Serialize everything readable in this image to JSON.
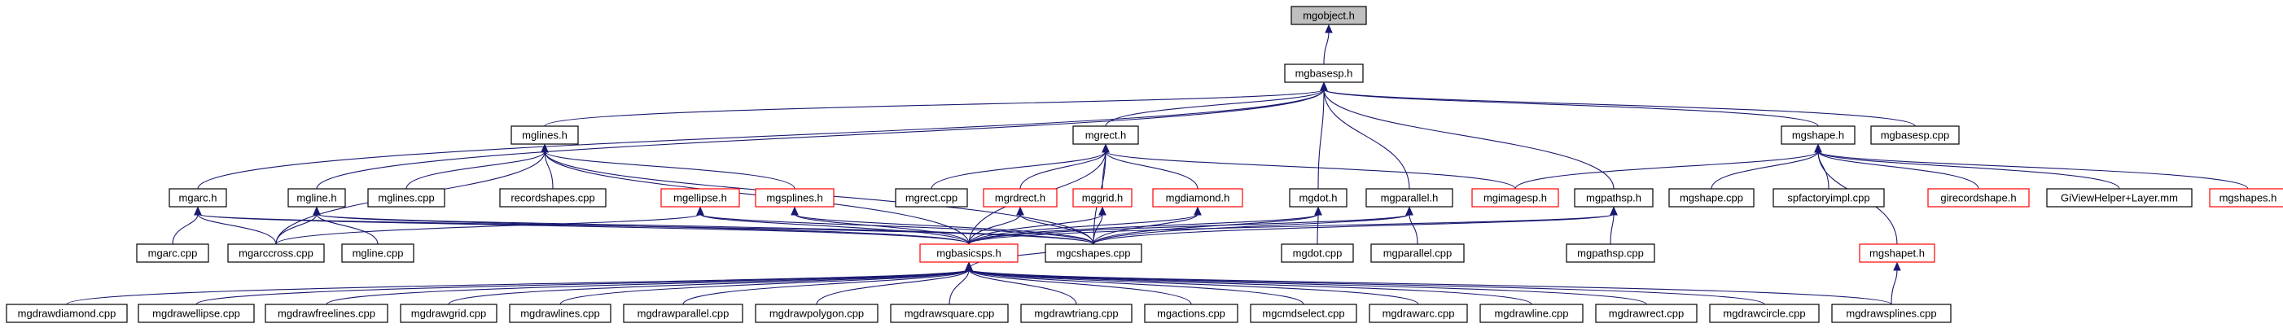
{
  "nodes": [
    {
      "id": "mgobject",
      "label": "mgobject.h",
      "style": "root"
    },
    {
      "id": "mgbasesp",
      "label": "mgbasesp.h",
      "style": "normal"
    },
    {
      "id": "mglines",
      "label": "mglines.h",
      "style": "normal"
    },
    {
      "id": "mgrect",
      "label": "mgrect.h",
      "style": "normal"
    },
    {
      "id": "mgshape",
      "label": "mgshape.h",
      "style": "normal"
    },
    {
      "id": "mgbasesp_cpp",
      "label": "mgbasesp.cpp",
      "style": "normal"
    },
    {
      "id": "mgarc",
      "label": "mgarc.h",
      "style": "normal"
    },
    {
      "id": "mgline",
      "label": "mgline.h",
      "style": "normal"
    },
    {
      "id": "mglines_cpp",
      "label": "mglines.cpp",
      "style": "normal"
    },
    {
      "id": "recordshapes_cpp",
      "label": "recordshapes.cpp",
      "style": "normal"
    },
    {
      "id": "mgellipse",
      "label": "mgellipse.h",
      "style": "red"
    },
    {
      "id": "mgsplines",
      "label": "mgsplines.h",
      "style": "red"
    },
    {
      "id": "mgrect_cpp",
      "label": "mgrect.cpp",
      "style": "normal"
    },
    {
      "id": "mgrdrect",
      "label": "mgrdrect.h",
      "style": "red"
    },
    {
      "id": "mggrid",
      "label": "mggrid.h",
      "style": "red"
    },
    {
      "id": "mgdiamond",
      "label": "mgdiamond.h",
      "style": "red"
    },
    {
      "id": "mgdot",
      "label": "mgdot.h",
      "style": "normal"
    },
    {
      "id": "mgparallel",
      "label": "mgparallel.h",
      "style": "normal"
    },
    {
      "id": "mgimagesp",
      "label": "mgimagesp.h",
      "style": "red"
    },
    {
      "id": "mgpathsp",
      "label": "mgpathsp.h",
      "style": "normal"
    },
    {
      "id": "mgshape_cpp",
      "label": "mgshape.cpp",
      "style": "normal"
    },
    {
      "id": "spfactoryimpl_cpp",
      "label": "spfactoryimpl.cpp",
      "style": "normal"
    },
    {
      "id": "girecordshape",
      "label": "girecordshape.h",
      "style": "red"
    },
    {
      "id": "giviewhelper_mm",
      "label": "GiViewHelper+Layer.mm",
      "style": "normal"
    },
    {
      "id": "mgshapes",
      "label": "mgshapes.h",
      "style": "red"
    },
    {
      "id": "mgarc_cpp",
      "label": "mgarc.cpp",
      "style": "normal"
    },
    {
      "id": "mgarccross_cpp",
      "label": "mgarccross.cpp",
      "style": "normal"
    },
    {
      "id": "mgline_cpp",
      "label": "mgline.cpp",
      "style": "normal"
    },
    {
      "id": "mgbasicsps",
      "label": "mgbasicsps.h",
      "style": "red"
    },
    {
      "id": "mgcshapes_cpp",
      "label": "mgcshapes.cpp",
      "style": "normal"
    },
    {
      "id": "mgdot_cpp",
      "label": "mgdot.cpp",
      "style": "normal"
    },
    {
      "id": "mgparallel_cpp",
      "label": "mgparallel.cpp",
      "style": "normal"
    },
    {
      "id": "mgpathsp_cpp",
      "label": "mgpathsp.cpp",
      "style": "normal"
    },
    {
      "id": "mgshapet",
      "label": "mgshapet.h",
      "style": "red"
    },
    {
      "id": "mgdrawdiamond_cpp",
      "label": "mgdrawdiamond.cpp",
      "style": "normal"
    },
    {
      "id": "mgdrawellipse_cpp",
      "label": "mgdrawellipse.cpp",
      "style": "normal"
    },
    {
      "id": "mgdrawfreelines_cpp",
      "label": "mgdrawfreelines.cpp",
      "style": "normal"
    },
    {
      "id": "mgdrawgrid_cpp",
      "label": "mgdrawgrid.cpp",
      "style": "normal"
    },
    {
      "id": "mgdrawlines_cpp",
      "label": "mgdrawlines.cpp",
      "style": "normal"
    },
    {
      "id": "mgdrawparallel_cpp",
      "label": "mgdrawparallel.cpp",
      "style": "normal"
    },
    {
      "id": "mgdrawpolygon_cpp",
      "label": "mgdrawpolygon.cpp",
      "style": "normal"
    },
    {
      "id": "mgdrawsquare_cpp",
      "label": "mgdrawsquare.cpp",
      "style": "normal"
    },
    {
      "id": "mgdrawtriang_cpp",
      "label": "mgdrawtriang.cpp",
      "style": "normal"
    },
    {
      "id": "mgactions_cpp",
      "label": "mgactions.cpp",
      "style": "normal"
    },
    {
      "id": "mgcmdselect_cpp",
      "label": "mgcmdselect.cpp",
      "style": "normal"
    },
    {
      "id": "mgdrawarc_cpp",
      "label": "mgdrawarc.cpp",
      "style": "normal"
    },
    {
      "id": "mgdrawline_cpp",
      "label": "mgdrawline.cpp",
      "style": "normal"
    },
    {
      "id": "mgdrawrect_cpp",
      "label": "mgdrawrect.cpp",
      "style": "normal"
    },
    {
      "id": "mgdrawcircle_cpp",
      "label": "mgdrawcircle.cpp",
      "style": "normal"
    },
    {
      "id": "mgdrawsplines_cpp",
      "label": "mgdrawsplines.cpp",
      "style": "normal"
    }
  ],
  "edges": [
    [
      "mgobject",
      "mgbasesp"
    ],
    [
      "mgbasesp",
      "mglines"
    ],
    [
      "mgbasesp",
      "mgrect"
    ],
    [
      "mgbasesp",
      "mgshape"
    ],
    [
      "mgbasesp",
      "mgbasesp_cpp"
    ],
    [
      "mgbasesp",
      "mgarc"
    ],
    [
      "mgbasesp",
      "mgline"
    ],
    [
      "mgbasesp",
      "mgdot"
    ],
    [
      "mgbasesp",
      "mgparallel"
    ],
    [
      "mgbasesp",
      "mgpathsp"
    ],
    [
      "mglines",
      "mglines_cpp"
    ],
    [
      "mglines",
      "recordshapes_cpp"
    ],
    [
      "mglines",
      "mgsplines"
    ],
    [
      "mglines",
      "mgarccross_cpp"
    ],
    [
      "mglines",
      "mgbasicsps"
    ],
    [
      "mglines",
      "mgcshapes_cpp"
    ],
    [
      "mgrect",
      "mgrect_cpp"
    ],
    [
      "mgrect",
      "mgrdrect"
    ],
    [
      "mgrect",
      "mggrid"
    ],
    [
      "mgrect",
      "mgdiamond"
    ],
    [
      "mgrect",
      "mgimagesp"
    ],
    [
      "mgrect",
      "mgbasicsps"
    ],
    [
      "mgrect",
      "mgcshapes_cpp"
    ],
    [
      "mgshape",
      "mgshape_cpp"
    ],
    [
      "mgshape",
      "spfactoryimpl_cpp"
    ],
    [
      "mgshape",
      "girecordshape"
    ],
    [
      "mgshape",
      "giviewhelper_mm"
    ],
    [
      "mgshape",
      "mgshapes"
    ],
    [
      "mgshape",
      "mgimagesp"
    ],
    [
      "mgshape",
      "mgshapet"
    ],
    [
      "mgarc",
      "mgarc_cpp"
    ],
    [
      "mgarc",
      "mgarccross_cpp"
    ],
    [
      "mgarc",
      "mgbasicsps"
    ],
    [
      "mgarc",
      "mgcshapes_cpp"
    ],
    [
      "mgline",
      "mgline_cpp"
    ],
    [
      "mgline",
      "mgarccross_cpp"
    ],
    [
      "mgline",
      "mgbasicsps"
    ],
    [
      "mgline",
      "mgcshapes_cpp"
    ],
    [
      "mgellipse",
      "mgbasicsps"
    ],
    [
      "mgellipse",
      "mgcshapes_cpp"
    ],
    [
      "mgellipse",
      "mgarccross_cpp"
    ],
    [
      "mgsplines",
      "mgbasicsps"
    ],
    [
      "mgsplines",
      "mgcshapes_cpp"
    ],
    [
      "mgrdrect",
      "mgbasicsps"
    ],
    [
      "mgrdrect",
      "mgcshapes_cpp"
    ],
    [
      "mggrid",
      "mgbasicsps"
    ],
    [
      "mggrid",
      "mgcshapes_cpp"
    ],
    [
      "mgdiamond",
      "mgbasicsps"
    ],
    [
      "mgdiamond",
      "mgcshapes_cpp"
    ],
    [
      "mgdot",
      "mgdot_cpp"
    ],
    [
      "mgdot",
      "mgbasicsps"
    ],
    [
      "mgdot",
      "mgcshapes_cpp"
    ],
    [
      "mgparallel",
      "mgparallel_cpp"
    ],
    [
      "mgparallel",
      "mgbasicsps"
    ],
    [
      "mgparallel",
      "mgcshapes_cpp"
    ],
    [
      "mgpathsp",
      "mgpathsp_cpp"
    ],
    [
      "mgpathsp",
      "mgbasicsps"
    ],
    [
      "mgpathsp",
      "mgcshapes_cpp"
    ],
    [
      "mgbasicsps",
      "mgdrawdiamond_cpp"
    ],
    [
      "mgbasicsps",
      "mgdrawellipse_cpp"
    ],
    [
      "mgbasicsps",
      "mgdrawfreelines_cpp"
    ],
    [
      "mgbasicsps",
      "mgdrawgrid_cpp"
    ],
    [
      "mgbasicsps",
      "mgdrawlines_cpp"
    ],
    [
      "mgbasicsps",
      "mgdrawparallel_cpp"
    ],
    [
      "mgbasicsps",
      "mgdrawpolygon_cpp"
    ],
    [
      "mgbasicsps",
      "mgdrawsquare_cpp"
    ],
    [
      "mgbasicsps",
      "mgdrawtriang_cpp"
    ],
    [
      "mgbasicsps",
      "mgactions_cpp"
    ],
    [
      "mgbasicsps",
      "mgcmdselect_cpp"
    ],
    [
      "mgbasicsps",
      "mgdrawarc_cpp"
    ],
    [
      "mgbasicsps",
      "mgdrawline_cpp"
    ],
    [
      "mgbasicsps",
      "mgdrawrect_cpp"
    ],
    [
      "mgbasicsps",
      "mgdrawcircle_cpp"
    ],
    [
      "mgbasicsps",
      "mgdrawsplines_cpp"
    ],
    [
      "mgbasicsps",
      "mgcshapes_cpp"
    ],
    [
      "mgshapet",
      "mgdrawsplines_cpp"
    ]
  ],
  "colors": {
    "edge": "#191970",
    "box_border": "#000000",
    "box_border_incomplete": "#ff0000",
    "root_fill": "#bfbfbf",
    "box_fill": "#ffffff"
  }
}
